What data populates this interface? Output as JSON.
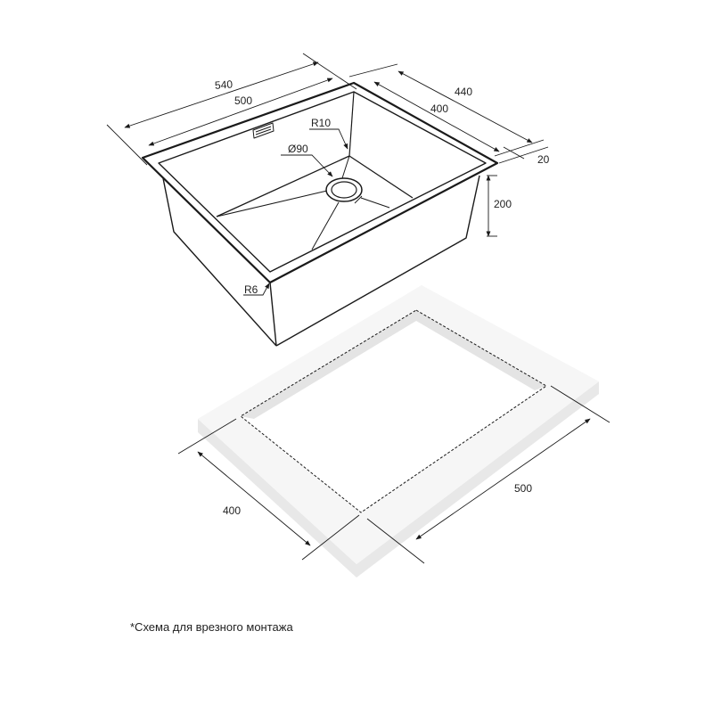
{
  "sink": {
    "dim_outer_length": "540",
    "dim_inner_length": "500",
    "dim_outer_width": "440",
    "dim_inner_width": "400",
    "dim_rim": "20",
    "dim_depth": "200",
    "radius_inner": "R10",
    "drain_diameter": "Ø90",
    "radius_corner": "R6"
  },
  "cutout": {
    "dim_width": "400",
    "dim_length": "500"
  },
  "caption": "*Схема для врезного монтажа",
  "colors": {
    "line": "#1a1a1a",
    "slab_top": "#f7f7f7",
    "slab_side": "#e6e6e6"
  }
}
